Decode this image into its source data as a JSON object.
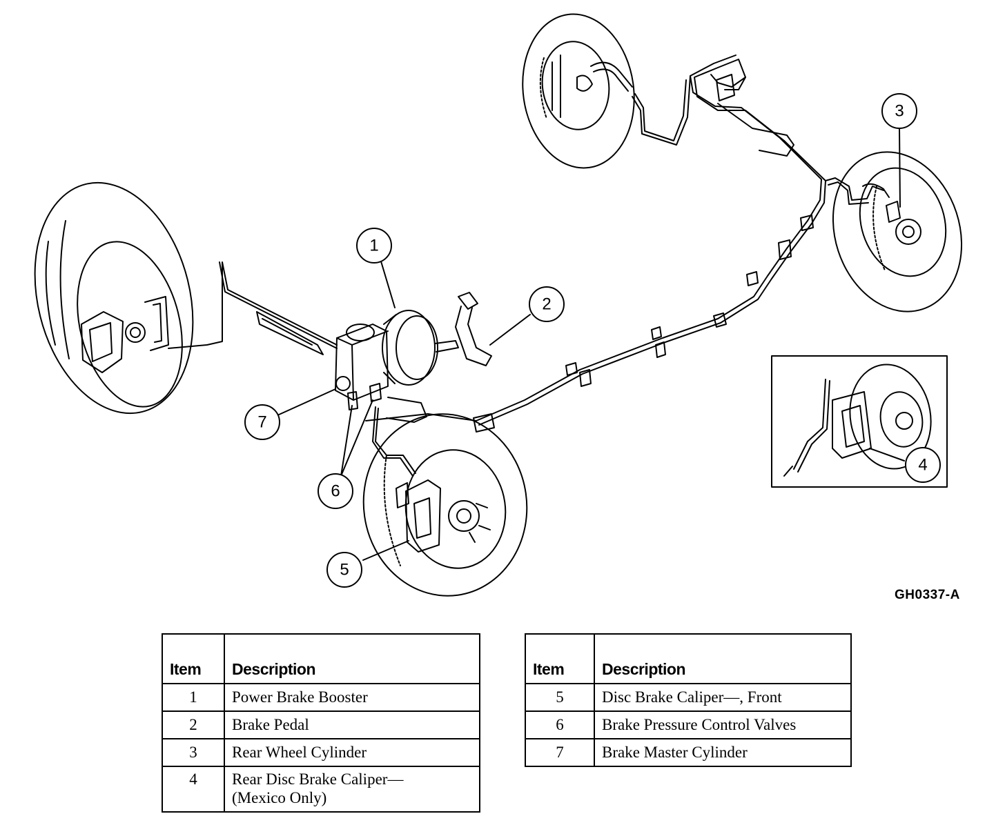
{
  "figure_code": "GH0337-A",
  "callouts": {
    "c1": "1",
    "c2": "2",
    "c3": "3",
    "c4": "4",
    "c5": "5",
    "c6": "6",
    "c7": "7"
  },
  "legend": {
    "header_item": "Item",
    "header_description": "Description",
    "left_rows": [
      {
        "item": "1",
        "description": "Power Brake Booster"
      },
      {
        "item": "2",
        "description": "Brake Pedal"
      },
      {
        "item": "3",
        "description": "Rear Wheel Cylinder"
      },
      {
        "item": "4",
        "description_line1": "Rear Disc Brake Caliper—",
        "description_line2": "(Mexico Only)"
      }
    ],
    "right_rows": [
      {
        "item": "5",
        "description": "Disc Brake Caliper—, Front"
      },
      {
        "item": "6",
        "description": "Brake Pressure Control Valves"
      },
      {
        "item": "7",
        "description": "Brake Master Cylinder"
      }
    ]
  }
}
